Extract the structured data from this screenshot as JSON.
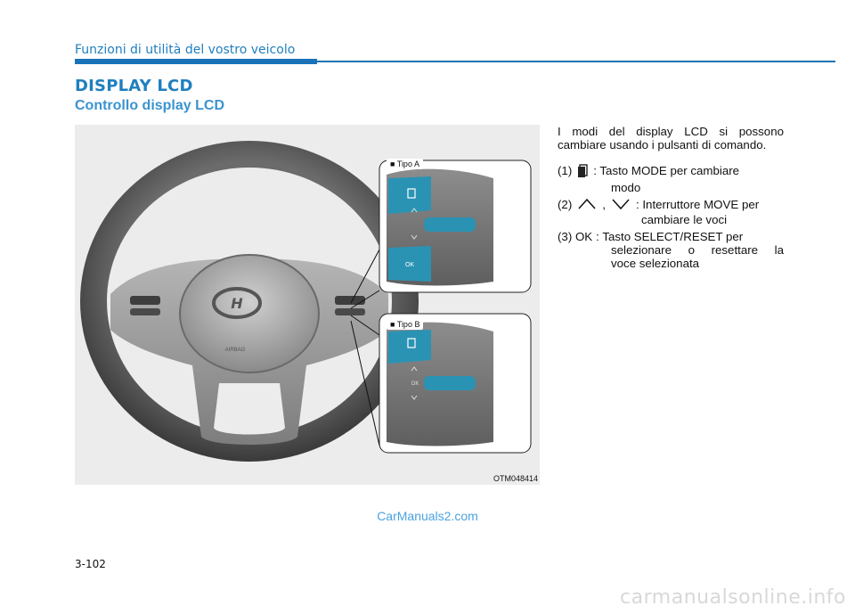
{
  "header": {
    "section_title": "Funzioni di utilità del vostro veicolo",
    "main_heading": "DISPLAY LCD",
    "sub_heading": "Controllo display LCD"
  },
  "figure": {
    "code": "OTM048414",
    "panel_a_label": "■ Tipo A",
    "panel_b_label": "■ Tipo B",
    "ok_label": "OK",
    "airbag_label": "AIRBAG"
  },
  "body": {
    "intro": "I modi del display LCD si possono cambiare usando i pulsanti di comando.",
    "items": [
      {
        "num": "(1)",
        "desc_a": ": Tasto MODE per cambiare",
        "desc_b": "modo"
      },
      {
        "num": "(2)",
        "sep": ",",
        "desc_a": ": Interruttore MOVE per",
        "desc_b": "cambiare le voci"
      },
      {
        "num": "(3) OK",
        "desc_a": ": Tasto SELECT/RESET per",
        "desc_b": "selezionare o resettare la",
        "desc_c": "voce selezionata"
      }
    ]
  },
  "watermark": "CarManuals2.com",
  "page_number": "3-102",
  "site_watermark": "carmanualsonline.info",
  "colors": {
    "accent": "#1a73b8",
    "button_teal": "#2a93b4",
    "watermark": "#4aa3df"
  }
}
